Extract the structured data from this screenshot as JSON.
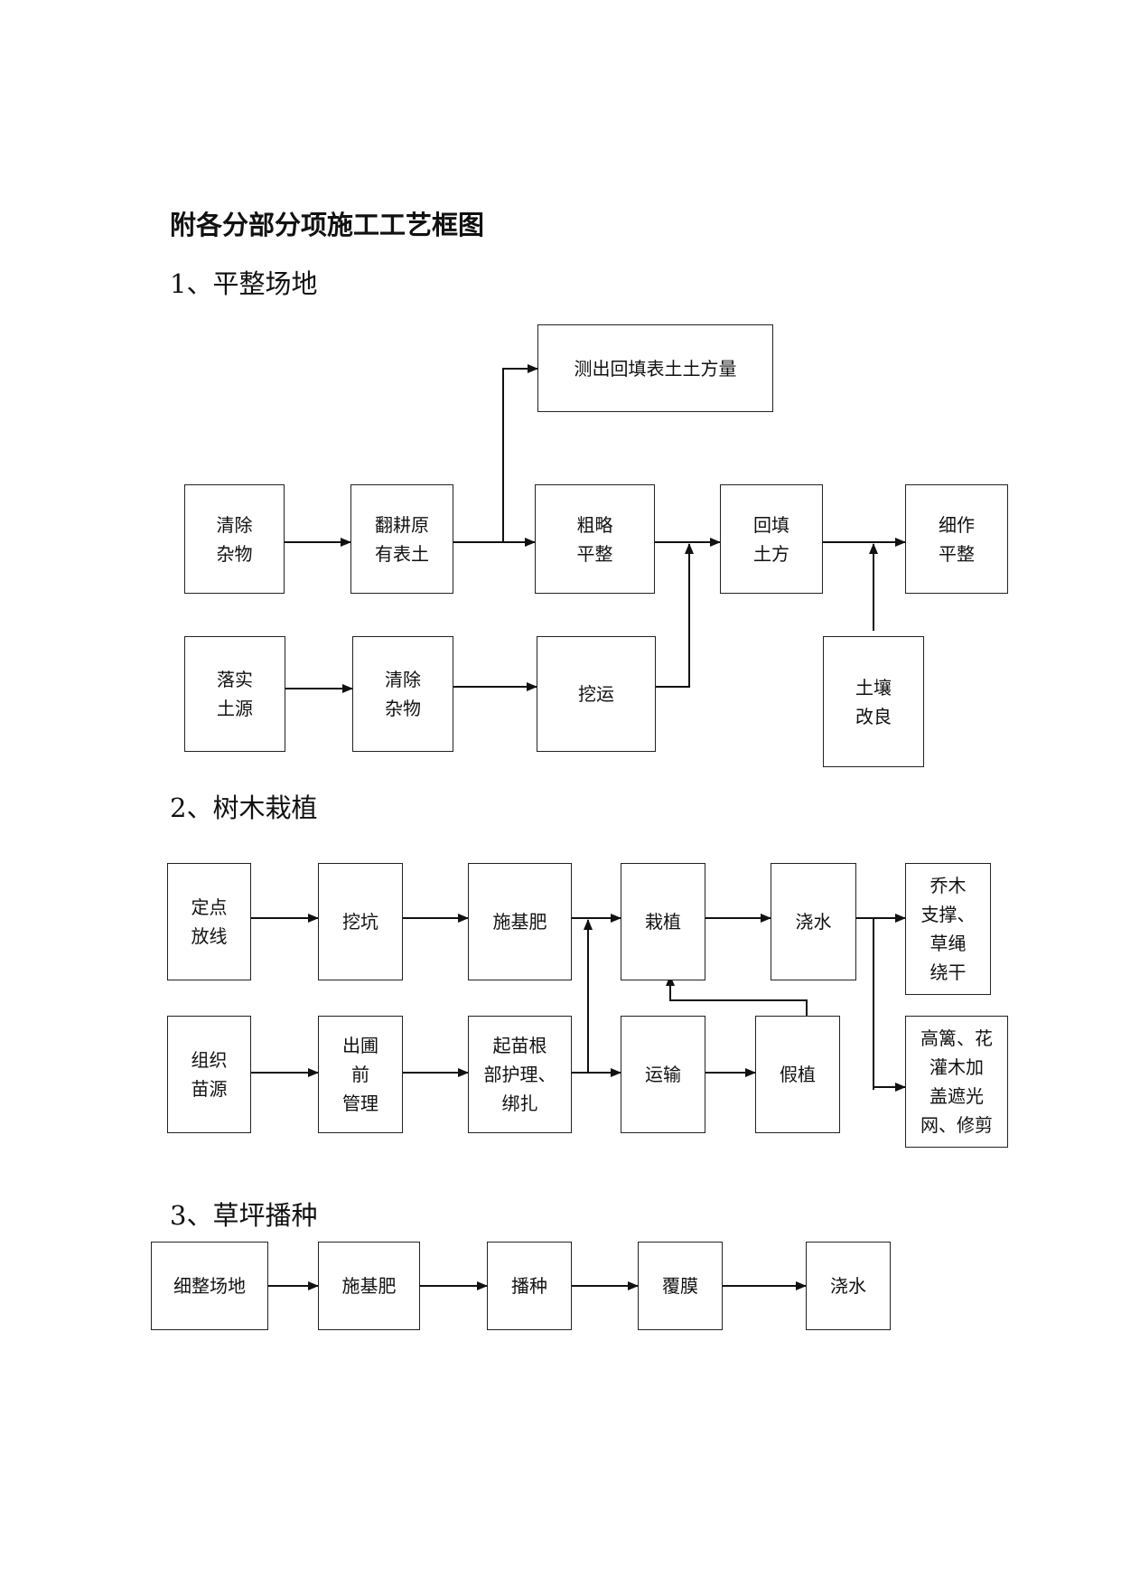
{
  "title": "附各分部分项施工工艺框图",
  "sections": [
    {
      "heading": "1、平整场地",
      "nodes": {
        "measure": "测出回填表土土方量",
        "clear1": "清除\n杂物",
        "plow": "翻耕原\n有表土",
        "rough": "粗略\n平整",
        "backfill": "回填\n土方",
        "fine": "细作\n平整",
        "source": "落实\n土源",
        "clear2": "清除\n杂物",
        "dig": "挖运",
        "improve": "土壤\n改良"
      }
    },
    {
      "heading": "2、树木栽植",
      "nodes": {
        "locate": "定点\n放线",
        "pit": "挖坑",
        "fert": "施基肥",
        "plant": "栽植",
        "water": "浇水",
        "support": "乔木\n支撑、\n草绳\n绕干",
        "source": "组织\n苗源",
        "nursery": "出圃\n前\n管理",
        "root": "起苗根\n部护理、\n绑扎",
        "transport": "运输",
        "heelin": "假植",
        "shade": "高篱、花\n灌木加\n盖遮光\n网、修剪"
      }
    },
    {
      "heading": "3、草坪播种",
      "nodes": {
        "level": "细整场地",
        "fert": "施基肥",
        "sow": "播种",
        "film": "覆膜",
        "water": "浇水"
      }
    }
  ]
}
